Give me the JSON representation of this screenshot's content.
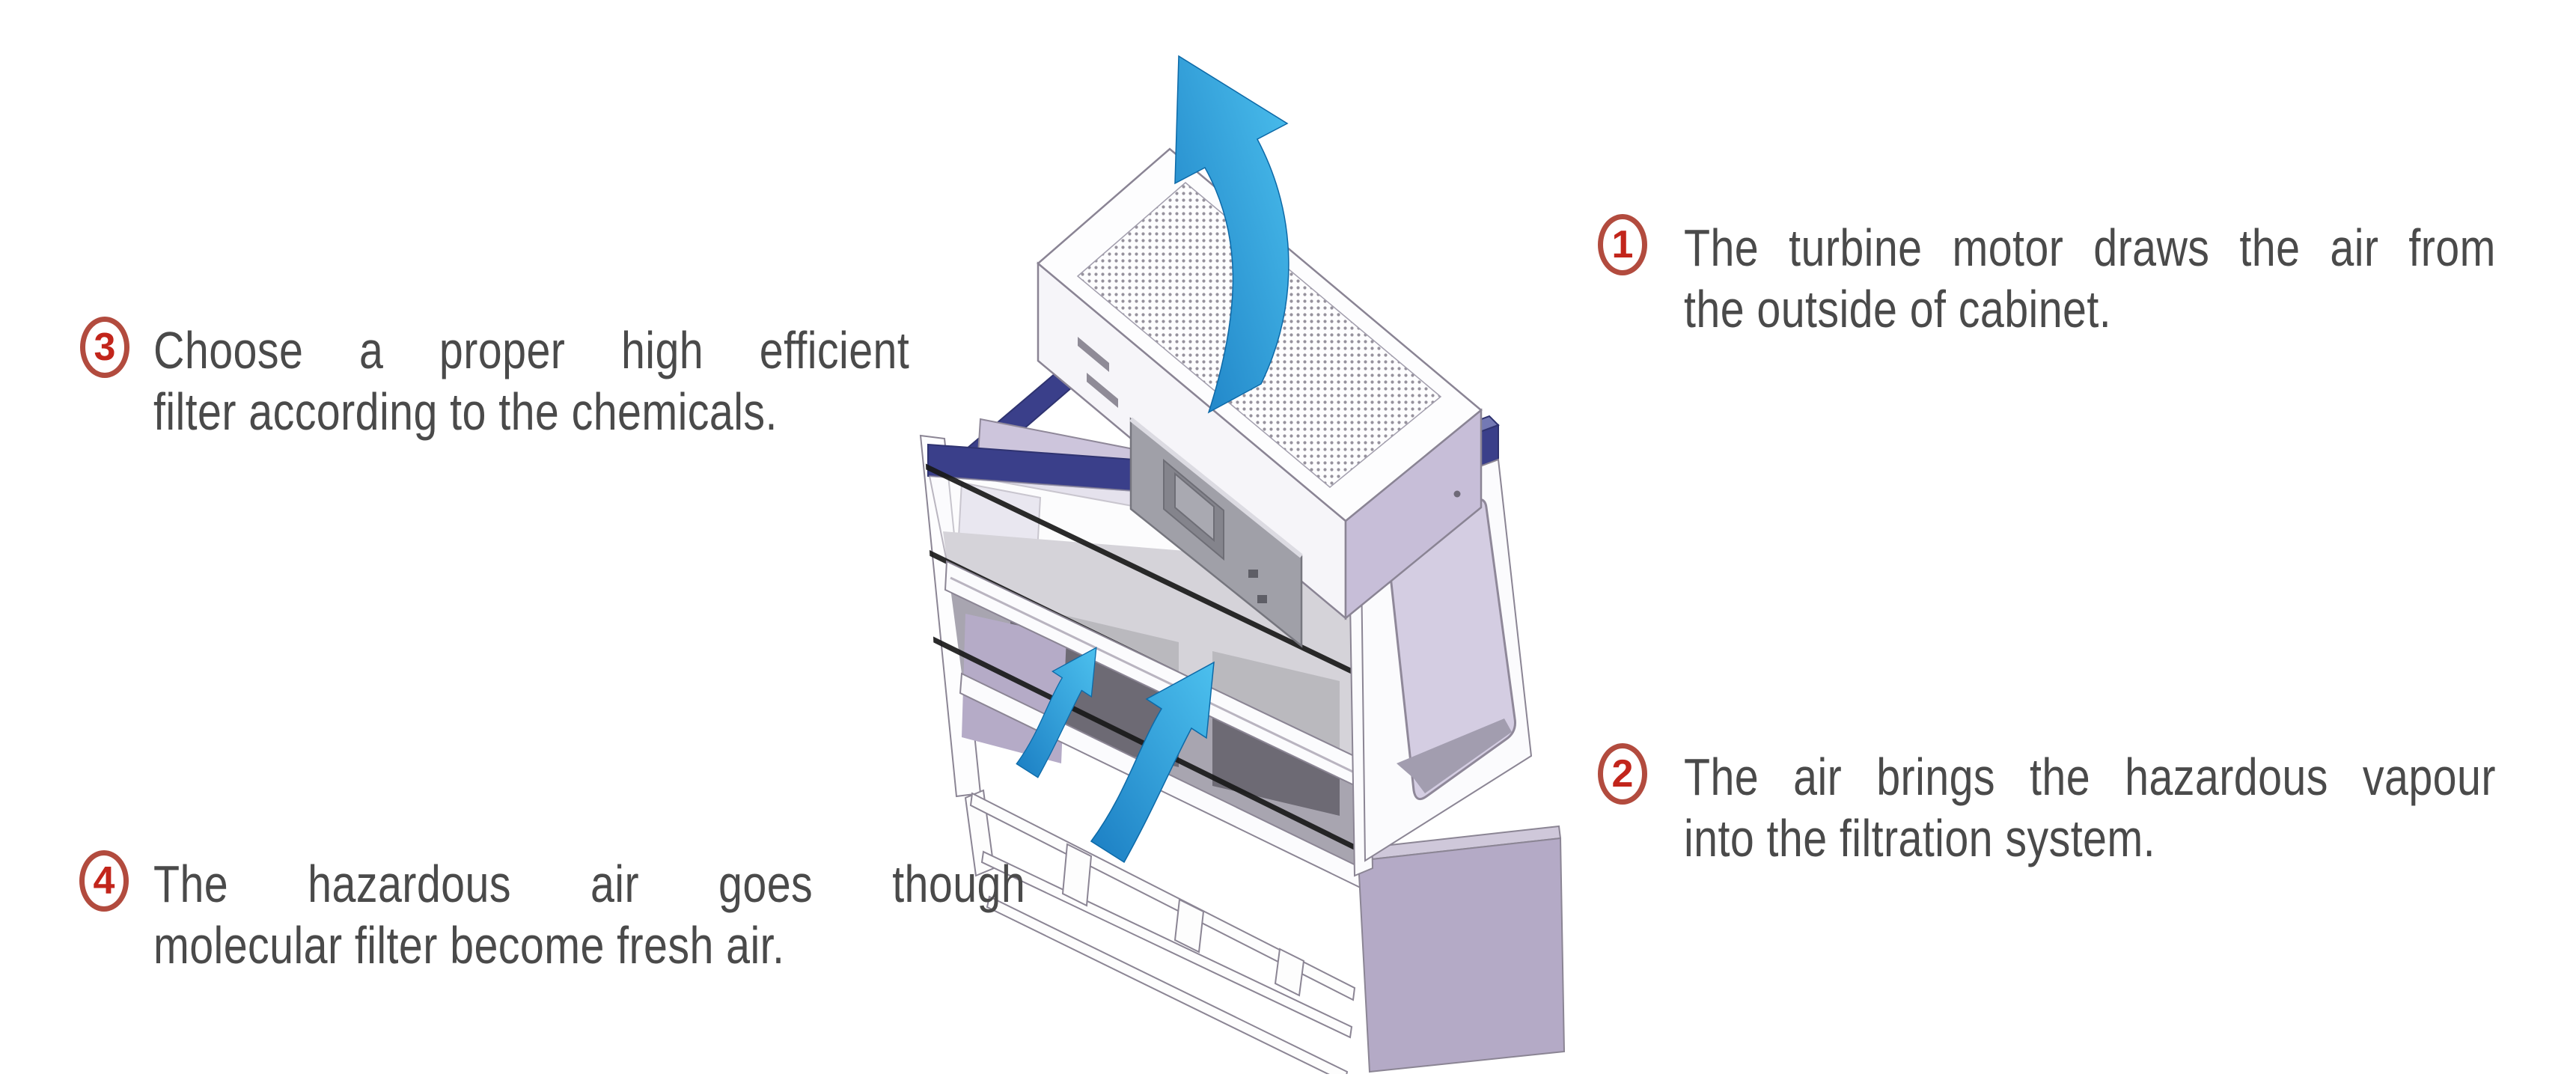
{
  "title": "Ductless fume hood airflow diagram",
  "annotations": [
    {
      "number": "1",
      "line1": "The turbine motor draws the air from",
      "line2": "the outside of cabinet."
    },
    {
      "number": "2",
      "line1": "The air brings the hazardous vapour",
      "line2": "into the filtration system."
    },
    {
      "number": "3",
      "line1": "Choose a proper high efficient",
      "line2": "filter according to the chemicals."
    },
    {
      "number": "4",
      "line1": "The hazardous air goes though",
      "line2": "molecular filter become fresh air."
    }
  ],
  "illustration": {
    "subject": "isometric ductless filtration fume hood cabinet",
    "icons": [
      "exhaust-airflow-arrow-icon",
      "intake-airflow-arrow-icon",
      "intake-airflow-arrow-small-icon"
    ],
    "parts": [
      "filter-motor-housing",
      "perforated-exhaust-grille",
      "control-panel",
      "glass-sash",
      "work-chamber-baffle",
      "side-window",
      "open-base-stand"
    ]
  },
  "palette": {
    "badge_ring": "#b24b3e",
    "badge_number": "#c2251b",
    "text": "#4a4a4a",
    "navy_band": "#3a3f8a",
    "navy_dark": "#2f3370",
    "navy_light": "#7479b4",
    "lavender_panel": "#b5abc7",
    "lavender_window": "#d4cde2",
    "chamber_gray": "#a8a5b0",
    "baffle_gray": "#6d6a74",
    "arrow_blue_dark": "#1b7ec3",
    "arrow_blue_light": "#4cc0ee",
    "outline": "#8b8594"
  }
}
